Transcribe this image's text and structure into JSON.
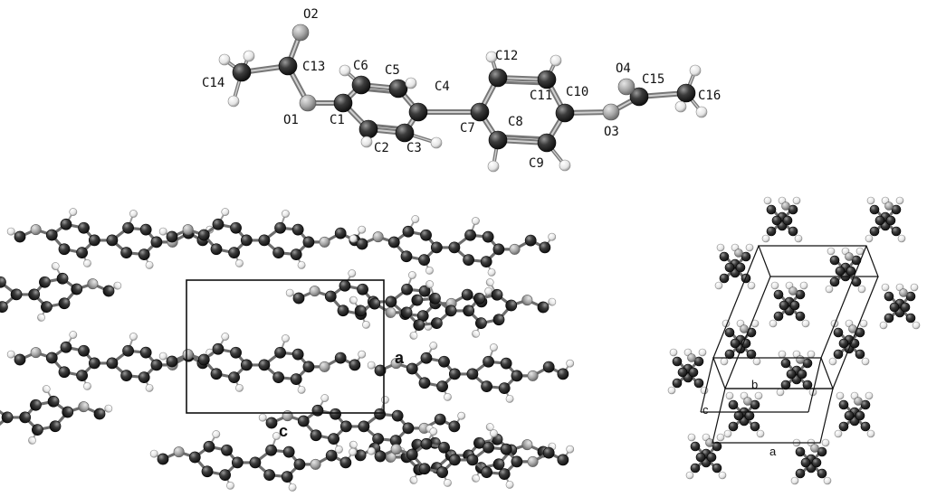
{
  "molecule": {
    "atom_labels": [
      "O2",
      "C13",
      "C14",
      "C6",
      "C5",
      "C4",
      "C12",
      "O4",
      "C15",
      "C16",
      "C11",
      "C10",
      "O1",
      "C1",
      "C7",
      "C8",
      "O3",
      "C2",
      "C3",
      "C9"
    ],
    "bonds": [
      [
        "C14",
        "C13"
      ],
      [
        "C13",
        "O2"
      ],
      [
        "C13",
        "O1"
      ],
      [
        "O1",
        "C1"
      ],
      [
        "C1",
        "C6"
      ],
      [
        "C6",
        "C5"
      ],
      [
        "C5",
        "C4"
      ],
      [
        "C4",
        "C3"
      ],
      [
        "C3",
        "C2"
      ],
      [
        "C2",
        "C1"
      ],
      [
        "C4",
        "C7"
      ],
      [
        "C7",
        "C12"
      ],
      [
        "C12",
        "C11"
      ],
      [
        "C11",
        "C10"
      ],
      [
        "C10",
        "C9"
      ],
      [
        "C9",
        "C8"
      ],
      [
        "C8",
        "C7"
      ],
      [
        "C10",
        "O3"
      ],
      [
        "O3",
        "C15"
      ],
      [
        "C15",
        "O4"
      ],
      [
        "C15",
        "C16"
      ]
    ]
  },
  "packing_ac": {
    "axis_labels": {
      "a": "a",
      "c": "c"
    }
  },
  "packing_abc": {
    "axis_labels": {
      "a": "a",
      "b": "b",
      "c": "c"
    }
  },
  "colors": {
    "carbon": "#2b2b2b",
    "oxygen": "#a9a9a9",
    "hydrogen": "#f2f2f2",
    "bond": "#7a7a7a",
    "cell": "#111111"
  }
}
